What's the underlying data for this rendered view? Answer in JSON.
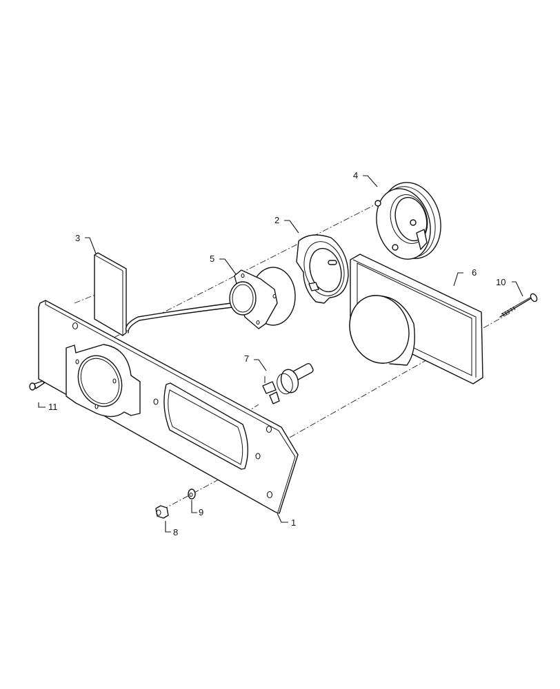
{
  "diagram": {
    "type": "exploded-parts-view",
    "subject": "headlight assembly",
    "background": "#ffffff",
    "line_color": "#111111",
    "callouts": [
      {
        "id": "1",
        "label": "1",
        "part": "mounting-plate"
      },
      {
        "id": "2",
        "label": "2",
        "part": "retaining-ring"
      },
      {
        "id": "3",
        "label": "3",
        "part": "foam-pad"
      },
      {
        "id": "4",
        "label": "4",
        "part": "bulb-holder-ring"
      },
      {
        "id": "5",
        "label": "5",
        "part": "bulb-socket-with-wire"
      },
      {
        "id": "6",
        "label": "6",
        "part": "headlamp-housing"
      },
      {
        "id": "7",
        "label": "7",
        "part": "halogen-bulb"
      },
      {
        "id": "8",
        "label": "8",
        "part": "hex-nut"
      },
      {
        "id": "9",
        "label": "9",
        "part": "washer"
      },
      {
        "id": "10",
        "label": "10",
        "part": "bolt"
      },
      {
        "id": "11",
        "label": "11",
        "part": "screw"
      }
    ]
  }
}
